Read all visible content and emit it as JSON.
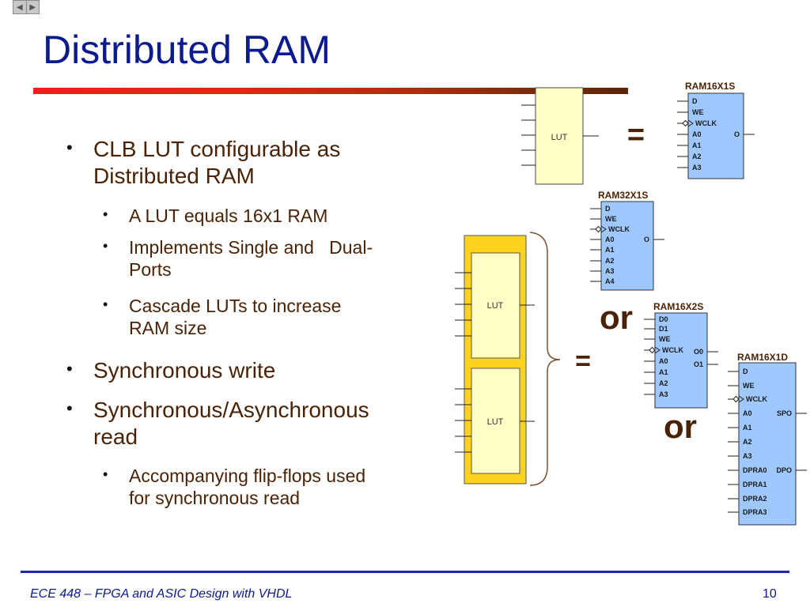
{
  "slide": {
    "title": "Distributed RAM",
    "nav": {
      "prev_glyph": "◀",
      "next_glyph": "▶"
    },
    "bullets": [
      {
        "level": 1,
        "lines": [
          "CLB LUT configurable as",
          "Distributed RAM"
        ]
      },
      {
        "level": 2,
        "lines": [
          "A LUT equals 16x1 RAM"
        ]
      },
      {
        "level": 2,
        "lines": [
          "Implements Single and   Dual-",
          "Ports"
        ]
      },
      {
        "level": 2,
        "lines": [
          "Cascade LUTs to increase",
          "RAM size"
        ]
      },
      {
        "level": 1,
        "lines": [
          "Synchronous write"
        ]
      },
      {
        "level": 1,
        "lines": [
          "Synchronous/Asynchronous",
          "read"
        ]
      },
      {
        "level": 2,
        "lines": [
          "Accompanying flip-flops used",
          "for synchronous read"
        ]
      }
    ],
    "footer": {
      "course": "ECE 448 – FPGA and ASIC Design with VHDL",
      "page": "10"
    }
  },
  "diagram": {
    "lut_single_label": "LUT",
    "lut_pair_labels": [
      "LUT",
      "LUT"
    ],
    "equals": "=",
    "or": "or",
    "ram16x1s": {
      "title": "RAM16X1S",
      "inputs": [
        "D",
        "WE",
        "WCLK",
        "A0",
        "A1",
        "A2",
        "A3"
      ],
      "output": "O"
    },
    "ram32x1s": {
      "title": "RAM32X1S",
      "inputs": [
        "D",
        "WE",
        "WCLK",
        "A0",
        "A1",
        "A2",
        "A3",
        "A4"
      ],
      "output": "O"
    },
    "ram16x2s": {
      "title": "RAM16X2S",
      "inputs": [
        "D0",
        "D1",
        "WE",
        "WCLK",
        "A0",
        "A1",
        "A2",
        "A3"
      ],
      "outputs": [
        "O0",
        "O1"
      ]
    },
    "ram16x1d": {
      "title": "RAM16X1D",
      "inputs": [
        "D",
        "WE",
        "WCLK",
        "A0",
        "A1",
        "A2",
        "A3",
        "DPRA0",
        "DPRA1",
        "DPRA2",
        "DPRA3"
      ],
      "outputs": [
        "SPO",
        "DPO"
      ]
    },
    "colors": {
      "ram_fill": "#9ec8ff",
      "lut_fill": "#ffffc6",
      "lut_pair_frame": "#ffd21f",
      "title": "#0b1a8c",
      "text": "#4a2306"
    }
  }
}
